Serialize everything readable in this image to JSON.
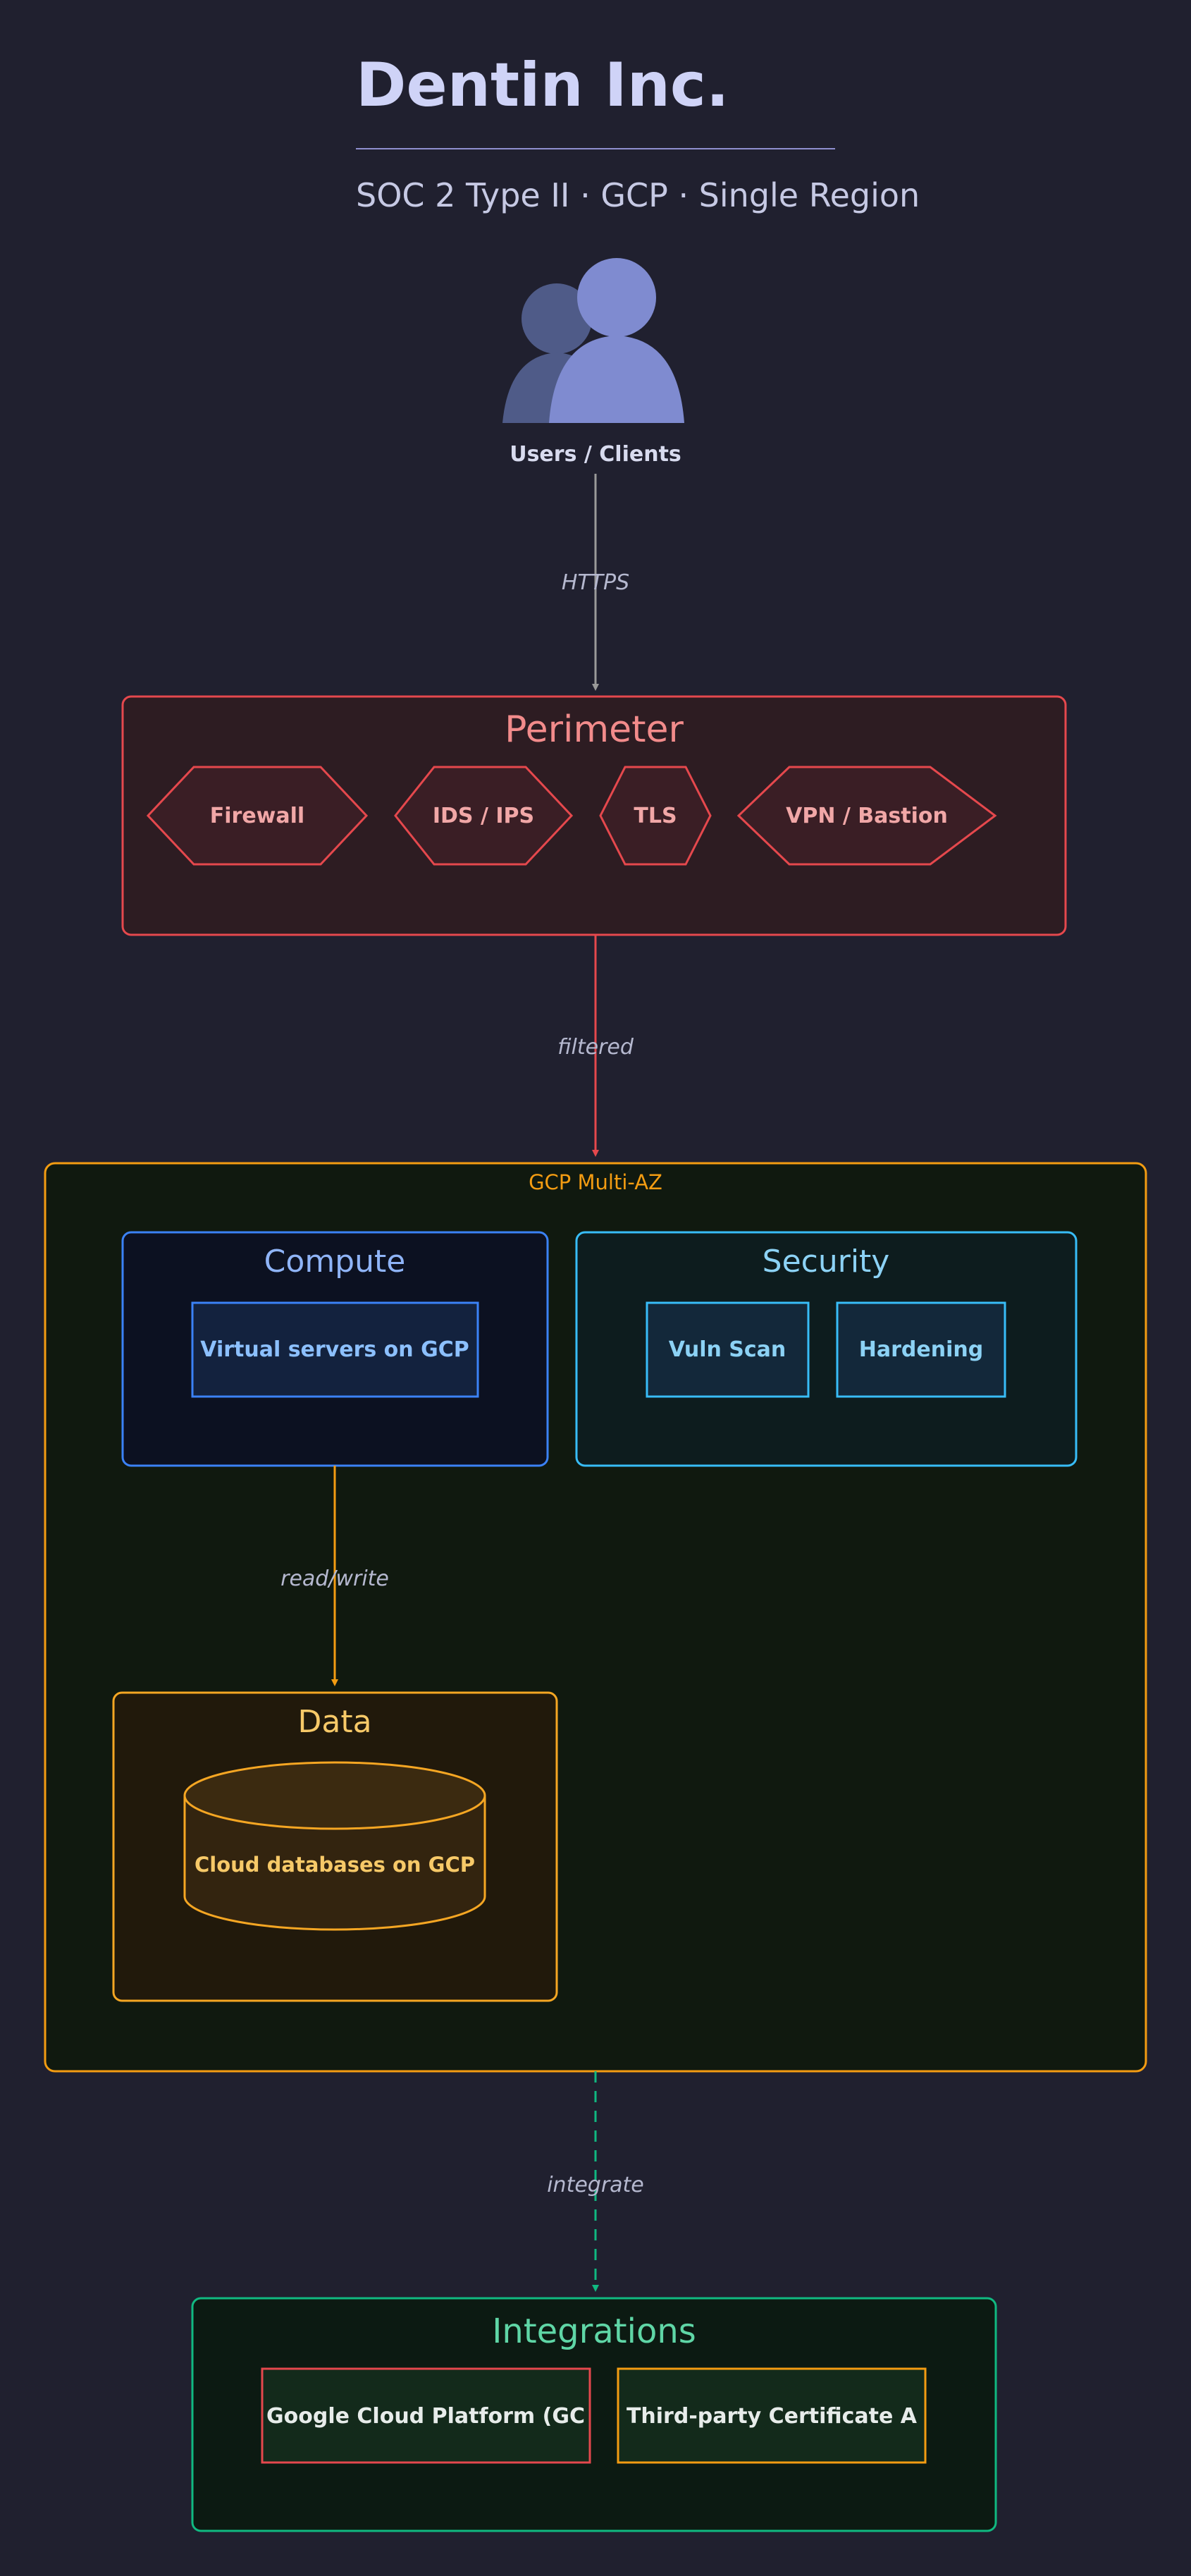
{
  "header": {
    "title": "Dentin Inc.",
    "subtitle": "SOC 2 Type II · GCP · Single Region"
  },
  "users": {
    "label": "Users / Clients",
    "icon": "users-icon"
  },
  "edges": {
    "users_to_perimeter": "HTTPS",
    "perimeter_to_cloud": "filtered",
    "compute_to_data": "read/write",
    "cloud_to_integrations": "integrate"
  },
  "perimeter": {
    "title": "Perimeter",
    "items": [
      "Firewall",
      "IDS / IPS",
      "TLS",
      "VPN / Bastion"
    ]
  },
  "cloud": {
    "label": "GCP Multi-AZ",
    "compute": {
      "title": "Compute",
      "items": [
        "Virtual servers on GCP"
      ]
    },
    "security": {
      "title": "Security",
      "items": [
        "Vuln Scan",
        "Hardening"
      ]
    },
    "data": {
      "title": "Data",
      "items": [
        "Cloud databases on GCP"
      ]
    }
  },
  "integrations": {
    "title": "Integrations",
    "items": [
      "Google Cloud Platform (GC",
      "Third-party Certificate A"
    ]
  },
  "colors": {
    "background": "#20202f",
    "title": "#cfd3f7",
    "perimeter": "#e5484d",
    "cloud": "#f39c12",
    "compute": "#3b82f6",
    "security": "#38bdf8",
    "data": "#f5a623",
    "integrations": "#10b981",
    "users_icon": "#7f8bd0"
  }
}
